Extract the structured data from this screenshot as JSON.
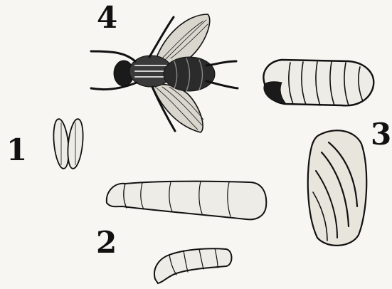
{
  "figure": {
    "labels": {
      "fly": "4",
      "eggs": "1",
      "larvae": "2",
      "pupa": "3"
    }
  }
}
